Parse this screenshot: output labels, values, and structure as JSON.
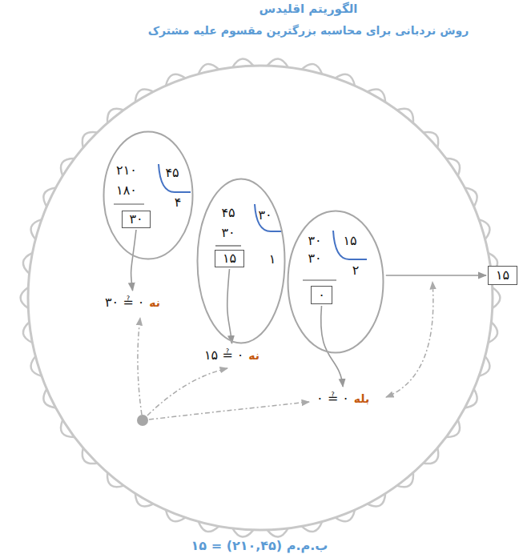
{
  "diagram": {
    "title": "الگوریتم اقلیدس",
    "caption": "ب.م.م (۲۱۰,۴۵) = ۱۵",
    "nodes": [
      {
        "text": [
          "۲۱۰",
          "۴۵",
          "۱۸۰",
          "۴"
        ]
      },
      {
        "text": [
          "۳۰"
        ],
        "in": 0
      },
      {
        "text": [
          "۴۵",
          "۳۰",
          "۳۰",
          "۱"
        ]
      },
      {
        "text": [
          "۱۵"
        ],
        "in": 2
      },
      {
        "text": [
          "۳۰",
          "۱۵",
          "۳۰",
          "۲"
        ]
      },
      {
        "text": [
          "۰"
        ],
        "in": 4
      },
      {
        "text": [
          "۳۰ ≟ ۰",
          "نه"
        ]
      },
      {
        "text": [
          "۱۵ ≟ ۰",
          "نه"
        ]
      },
      {
        "text": [
          "۰ ≟ ۰",
          "بله"
        ]
      },
      {
        "text": [
          "۱۵"
        ]
      }
    ],
    "edges": [
      {
        "from": 1,
        "to": 6,
        "arrow": "to"
      },
      {
        "from": 3,
        "to": 7,
        "arrow": "to"
      },
      {
        "from": 5,
        "to": 8,
        "arrow": "to"
      },
      {
        "from": 4,
        "to": 9,
        "arrow": "to"
      }
    ],
    "labels": [
      "روش نردبانی برای محاسبه بزرگترین مقسوم علیه مشترک"
    ]
  }
}
